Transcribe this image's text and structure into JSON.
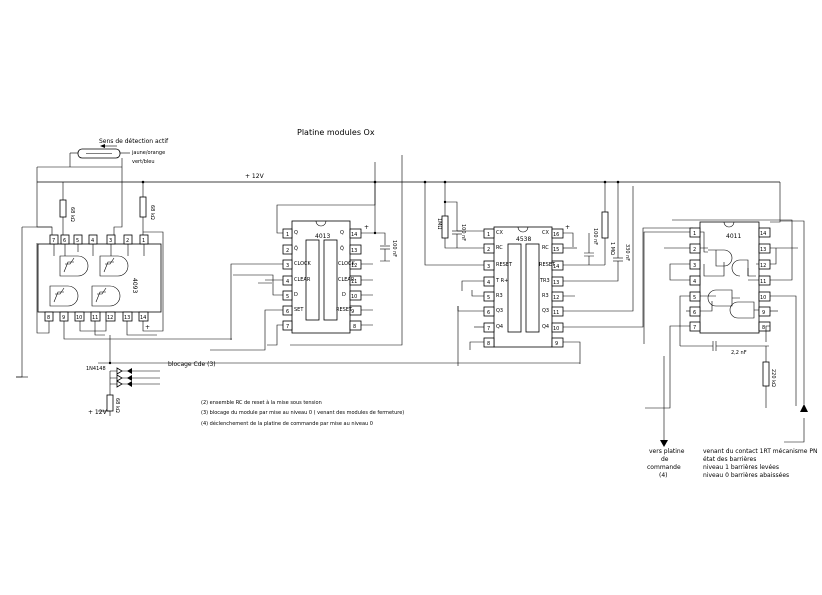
{
  "title": "Platine modules Ox",
  "sensor": {
    "direction_label": "Sens de détection actif",
    "wire1": "jaune/orange",
    "wire2": "vert/bleu"
  },
  "supply": {
    "top_rail": "+ 12V",
    "bottom_rail": "+ 12V"
  },
  "chips": {
    "c4093": {
      "name": "4093"
    },
    "c4013": {
      "name": "4013",
      "pins_left": [
        "1",
        "2",
        "3",
        "4",
        "5",
        "6",
        "7"
      ],
      "pins_right": [
        "14",
        "13",
        "12",
        "11",
        "10",
        "9",
        "8"
      ],
      "labels_left": [
        "Q",
        "Q̄",
        "CLOCK",
        "CLEAR",
        "D",
        "SET"
      ],
      "labels_right": [
        "Q",
        "Q̄",
        "CLOCK",
        "CLEAR",
        "D",
        "RESET"
      ]
    },
    "c4538": {
      "name": "4538",
      "pins_left": [
        "1",
        "2",
        "3",
        "4",
        "5",
        "6",
        "7",
        "8"
      ],
      "pins_right": [
        "16",
        "15",
        "14",
        "13",
        "12",
        "11",
        "10",
        "9"
      ],
      "labels_left": [
        "CX",
        "RC",
        "RESET",
        "T R+",
        "R3",
        "Q3",
        "Q4"
      ],
      "labels_right": [
        "CX",
        "RC",
        "RESET",
        "TR3",
        "R3",
        "Q3",
        "Q4"
      ]
    },
    "c4011": {
      "name": "4011",
      "pins_left": [
        "1",
        "2",
        "3",
        "4",
        "5",
        "6",
        "7"
      ],
      "pins_right": [
        "14",
        "13",
        "12",
        "11",
        "10",
        "9",
        "8"
      ]
    }
  },
  "components": {
    "r_left1": "68 kΩ",
    "r_left2": "68 kΩ",
    "r_bottom": "68 kΩ",
    "cap_4013": "100 nF",
    "cap_4538a": "100 nF",
    "r_4538_1": "1MΩ",
    "r_4538_2": "1 MΩ",
    "cap_4538b": "100 nF",
    "cap_4538c": "330 nF",
    "cap_4011": "2,2 nF",
    "r_4011": "220 kΩ",
    "diode": "1N4148"
  },
  "blocking_label": "blocage Cde (3)",
  "notes": [
    "(2) ensemble RC de reset à la mise sous tension",
    "(3) blocage du module par mise au niveau 0 ( venant des modules de fermeture)",
    "(4) déclenchement de la platine de commande par mise au niveau 0"
  ],
  "output": {
    "line1": "vers platine",
    "line2": "de",
    "line3": "commande",
    "line4": "(4)"
  },
  "input_info": {
    "line1": "venant du contact 1RT mécanisme PN",
    "line2": "état des barrières",
    "line3": "niveau 1   barrières levées",
    "line4": "niveau 0   barrières abaissées"
  }
}
